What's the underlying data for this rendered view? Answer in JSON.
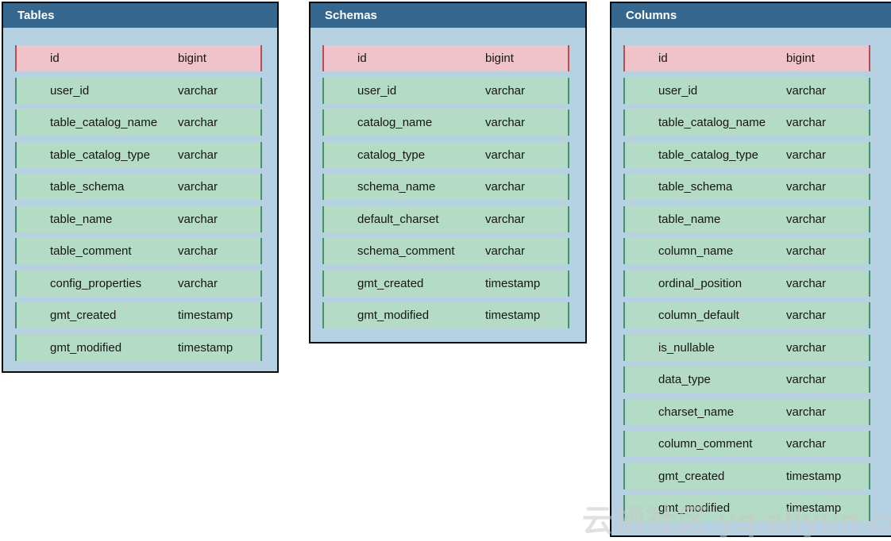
{
  "colors": {
    "header_bg": "#36678e",
    "header_text": "#ffffff",
    "panel_bg": "#b6d2e2",
    "panel_border": "#0b0b0b",
    "row_bg": "#b3dbc5",
    "row_border": "#46906e",
    "pk_row_bg": "#efc3c9",
    "pk_row_border": "#bb4a54",
    "row_text": "#151515"
  },
  "watermark": {
    "text": "云栖社区 yq.aliyun.com"
  },
  "tables": [
    {
      "title": "Tables",
      "fields": [
        {
          "name": "id",
          "type": "bigint",
          "pk": true
        },
        {
          "name": "user_id",
          "type": "varchar",
          "pk": false
        },
        {
          "name": "table_catalog_name",
          "type": "varchar",
          "pk": false
        },
        {
          "name": "table_catalog_type",
          "type": "varchar",
          "pk": false
        },
        {
          "name": "table_schema",
          "type": "varchar",
          "pk": false
        },
        {
          "name": "table_name",
          "type": "varchar",
          "pk": false
        },
        {
          "name": "table_comment",
          "type": "varchar",
          "pk": false
        },
        {
          "name": "config_properties",
          "type": "varchar",
          "pk": false
        },
        {
          "name": "gmt_created",
          "type": "timestamp",
          "pk": false
        },
        {
          "name": "gmt_modified",
          "type": "timestamp",
          "pk": false
        }
      ]
    },
    {
      "title": "Schemas",
      "fields": [
        {
          "name": "id",
          "type": "bigint",
          "pk": true
        },
        {
          "name": "user_id",
          "type": "varchar",
          "pk": false
        },
        {
          "name": "catalog_name",
          "type": "varchar",
          "pk": false
        },
        {
          "name": "catalog_type",
          "type": "varchar",
          "pk": false
        },
        {
          "name": "schema_name",
          "type": "varchar",
          "pk": false
        },
        {
          "name": "default_charset",
          "type": "varchar",
          "pk": false
        },
        {
          "name": "schema_comment",
          "type": "varchar",
          "pk": false
        },
        {
          "name": "gmt_created",
          "type": "timestamp",
          "pk": false
        },
        {
          "name": "gmt_modified",
          "type": "timestamp",
          "pk": false
        }
      ]
    },
    {
      "title": "Columns",
      "fields": [
        {
          "name": "id",
          "type": "bigint",
          "pk": true
        },
        {
          "name": "user_id",
          "type": "varchar",
          "pk": false
        },
        {
          "name": "table_catalog_name",
          "type": "varchar",
          "pk": false
        },
        {
          "name": "table_catalog_type",
          "type": "varchar",
          "pk": false
        },
        {
          "name": "table_schema",
          "type": "varchar",
          "pk": false
        },
        {
          "name": "table_name",
          "type": "varchar",
          "pk": false
        },
        {
          "name": "column_name",
          "type": "varchar",
          "pk": false
        },
        {
          "name": "ordinal_position",
          "type": "varchar",
          "pk": false
        },
        {
          "name": "column_default",
          "type": "varchar",
          "pk": false
        },
        {
          "name": "is_nullable",
          "type": "varchar",
          "pk": false
        },
        {
          "name": "data_type",
          "type": "varchar",
          "pk": false
        },
        {
          "name": "charset_name",
          "type": "varchar",
          "pk": false
        },
        {
          "name": "column_comment",
          "type": "varchar",
          "pk": false
        },
        {
          "name": "gmt_created",
          "type": "timestamp",
          "pk": false
        },
        {
          "name": "gmt_modified",
          "type": "timestamp",
          "pk": false
        }
      ]
    }
  ]
}
